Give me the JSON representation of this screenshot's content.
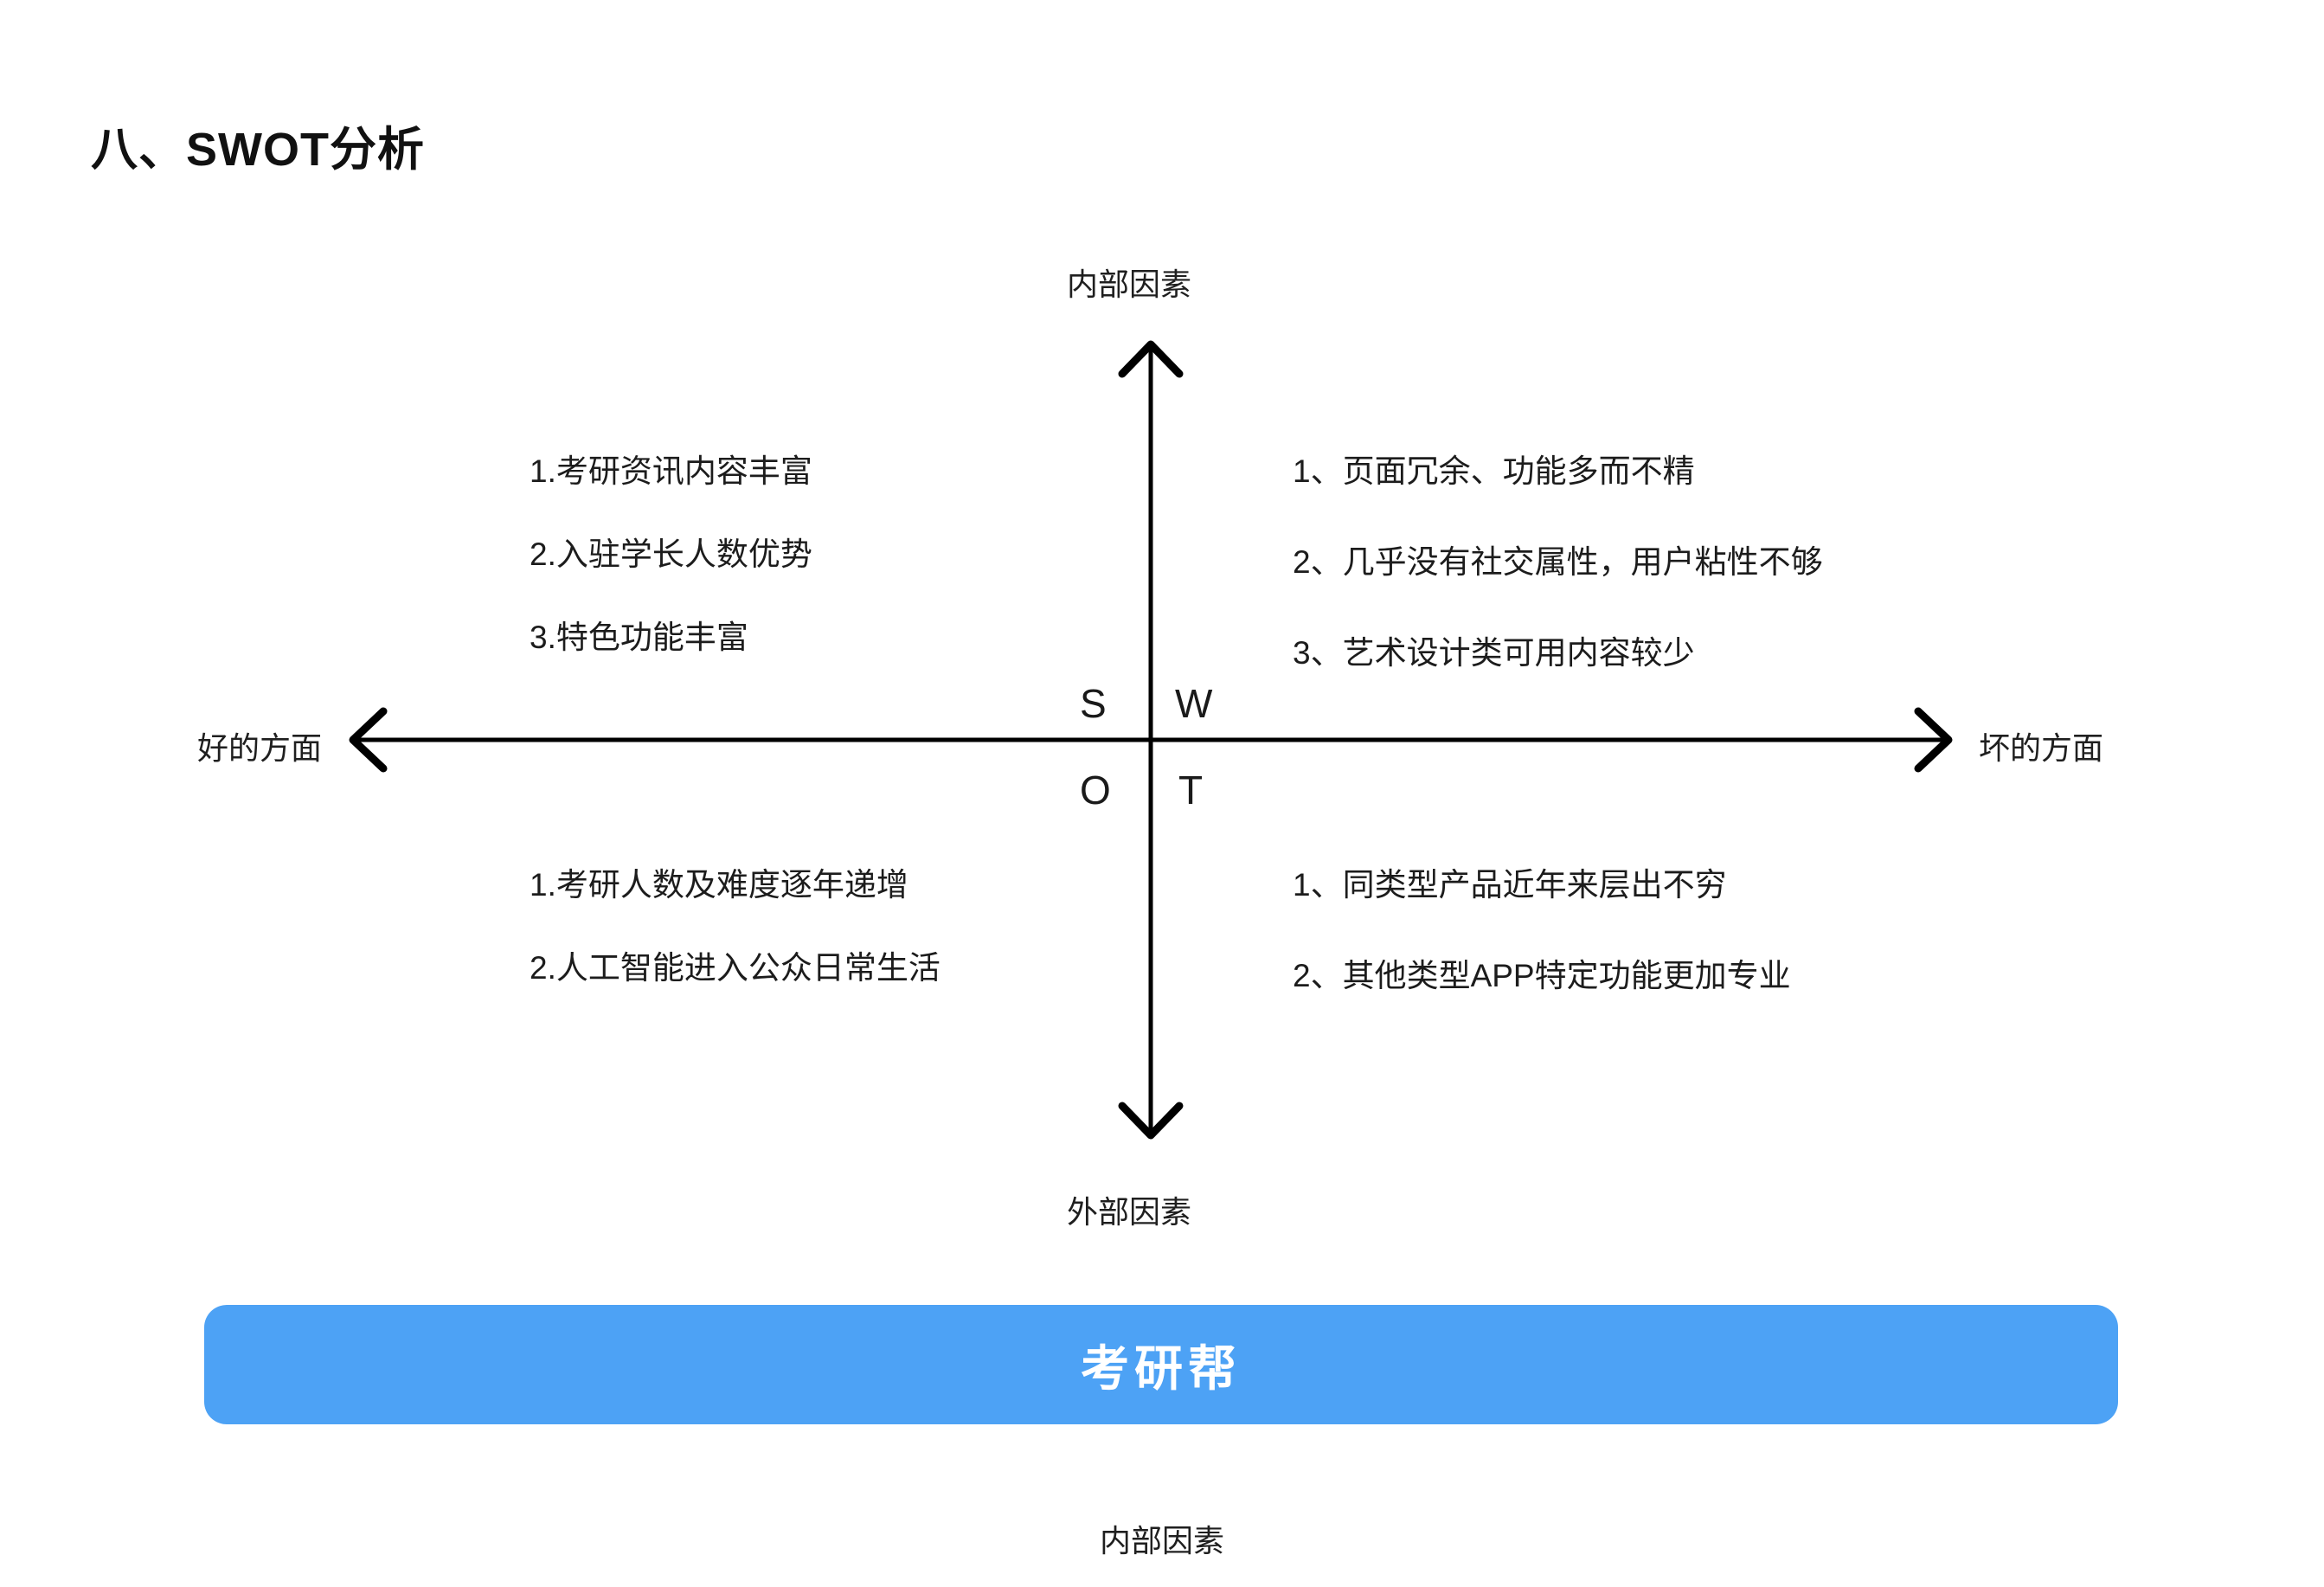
{
  "slide": {
    "title": "八、SWOT分析",
    "brand_banner": {
      "text": "考研帮",
      "background_color": "#4da2f5",
      "text_color": "#ffffff"
    },
    "footer_note": "内部因素"
  },
  "diagram": {
    "type": "swot-matrix",
    "axes": {
      "vertical": {
        "top_label": "内部因素",
        "bottom_label": "外部因素",
        "arrow_top": true,
        "arrow_bottom": true
      },
      "horizontal": {
        "left_label": "好的方面",
        "right_label": "坏的方面",
        "arrow_left": true,
        "arrow_right": true
      },
      "line_color": "#000000"
    },
    "center_letters": {
      "top_left": "S",
      "top_right": "W",
      "bottom_left": "O",
      "bottom_right": "T"
    },
    "quadrants": {
      "strengths": {
        "letter": "S",
        "position": "top-left",
        "items": [
          "1.考研资讯内容丰富",
          "2.入驻学长人数优势",
          "3.特色功能丰富"
        ]
      },
      "weaknesses": {
        "letter": "W",
        "position": "top-right",
        "items": [
          "1、页面冗余、功能多而不精",
          "2、几乎没有社交属性，用户粘性不够",
          "3、艺术设计类可用内容较少"
        ]
      },
      "opportunities": {
        "letter": "O",
        "position": "bottom-left",
        "items": [
          "1.考研人数及难度逐年递增",
          "2.人工智能进入公众日常生活"
        ]
      },
      "threats": {
        "letter": "T",
        "position": "bottom-right",
        "items": [
          "1、同类型产品近年来层出不穷",
          "2、其他类型APP特定功能更加专业"
        ]
      }
    }
  }
}
